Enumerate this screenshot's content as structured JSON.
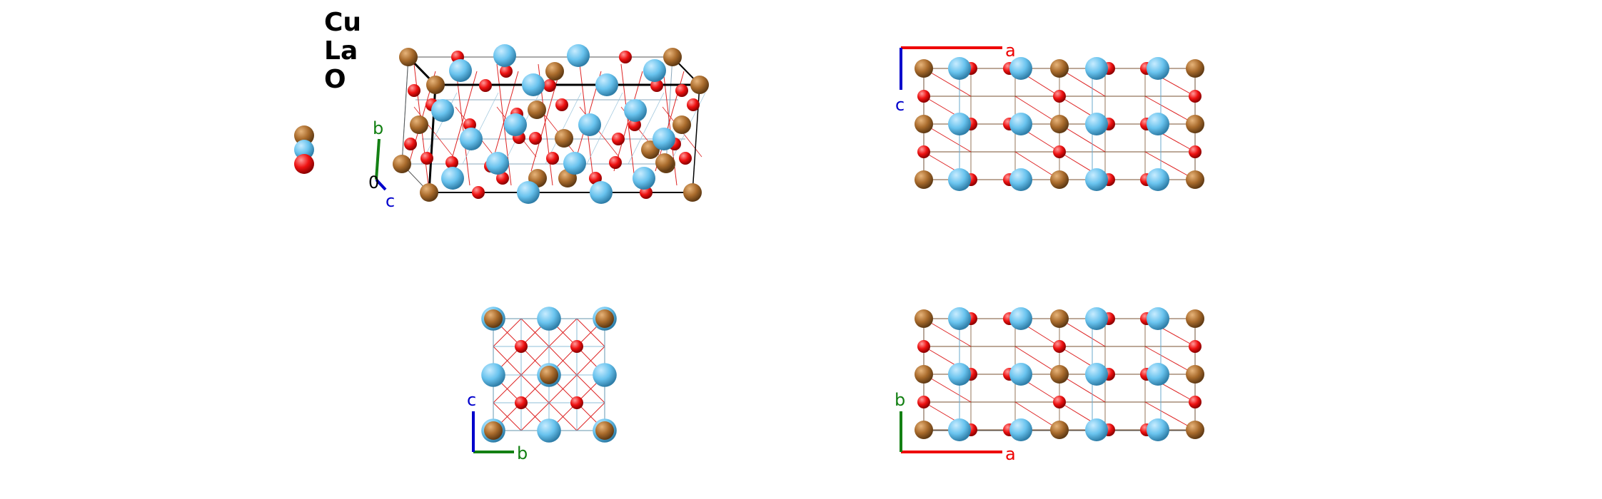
{
  "elements": [
    {
      "symbol": "Cu",
      "color": "#a96b2c"
    },
    {
      "symbol": "La",
      "color": "#69c3ee"
    },
    {
      "symbol": "O",
      "color": "#ee1111"
    }
  ],
  "axes": {
    "a": {
      "label": "a",
      "color": "#ee0000"
    },
    "b": {
      "label": "b",
      "color": "#138013"
    },
    "c": {
      "label": "c",
      "color": "#0000cc"
    },
    "origin": {
      "label": "0",
      "color": "#000000"
    }
  },
  "colors": {
    "bond_red": "#dd2222",
    "bond_brown": "#7a5230",
    "bond_blue": "#6aaacc",
    "cell_line": "#000000"
  },
  "views": [
    "perspective",
    "projection-ac",
    "projection-bc",
    "projection-ab"
  ]
}
